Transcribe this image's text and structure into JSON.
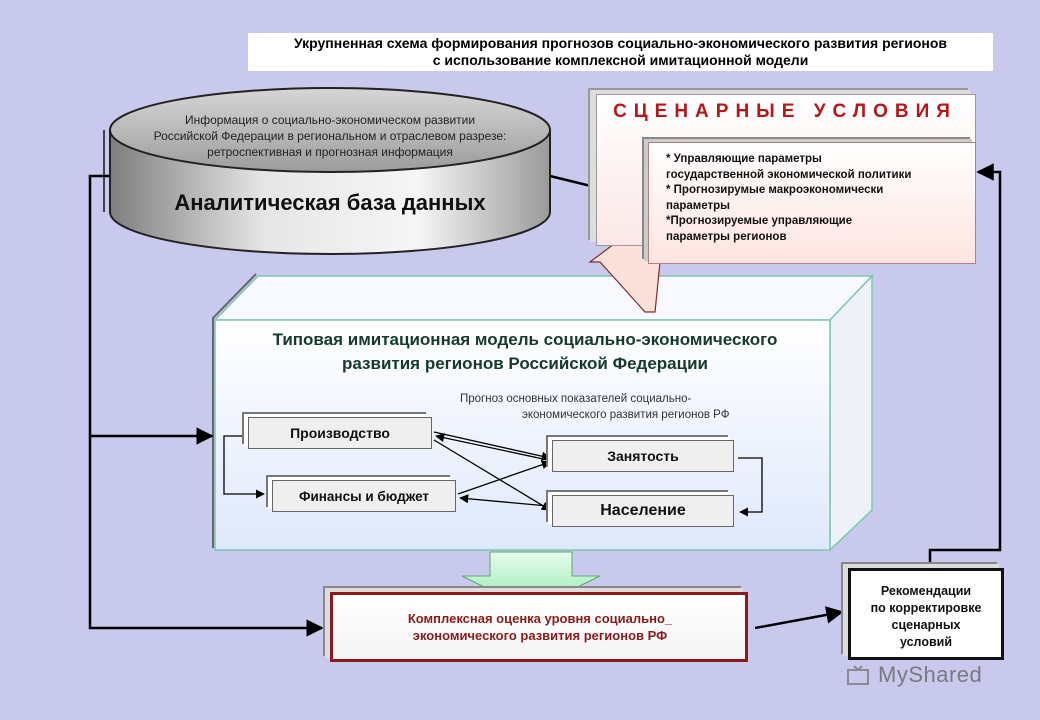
{
  "title": {
    "line1": "Укрупненная схема формирования прогнозов социально-экономического развития регионов",
    "line2": "с использование комплексной имитационной модели"
  },
  "database": {
    "info_lines": [
      "Информация о социально-экономическом развитии",
      "Российской Федерации в региональном и отраслевом разрезе:",
      "ретроспективная и прогнозная информация"
    ],
    "title": "Аналитическая база данных"
  },
  "scenario": {
    "title": "СЦЕНАРНЫЕ УСЛОВИЯ",
    "items": [
      "* Управляющие параметры",
      "государственной  экономической политики",
      "* Прогнозирумые  макроэкономически",
      "параметры",
      "*Прогнозируемые  управляющие",
      "параметры регионов"
    ]
  },
  "model": {
    "title_line1": "Типовая имитационная модель социально-экономического",
    "title_line2": "развития регионов Российской Федерации",
    "forecast_line1": "Прогноз основных показателей социально-",
    "forecast_line2": "экономического развития регионов РФ",
    "production": "Производство",
    "finance": "Финансы и бюджет",
    "employment": "Занятость",
    "population": "Население"
  },
  "evaluation": {
    "line1": "Комплексная оценка уровня социально_",
    "line2": "экономического развития регионов РФ"
  },
  "recommendations": {
    "lines": [
      "Рекомендации",
      "по корректировке",
      "сценарных",
      "условий"
    ]
  },
  "watermark": "MyShared",
  "colors": {
    "background": "#c9c9ee",
    "scenario_title": "#b51818",
    "evaluation_border": "#8b1a1a",
    "model_title": "#153a2b",
    "arrow_fill": "#b6f2c6"
  }
}
